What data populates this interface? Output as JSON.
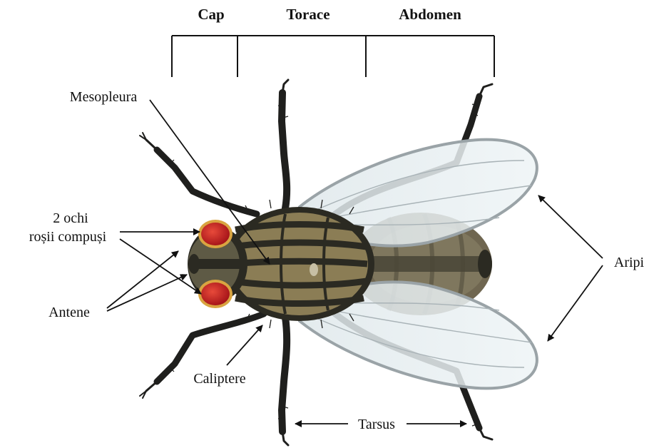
{
  "sections": {
    "head": "Cap",
    "thorax": "Torace",
    "abdomen": "Abdomen"
  },
  "labels": {
    "mesopleura": "Mesopleura",
    "eyes_line1": "2 ochi",
    "eyes_line2": "roșii compuși",
    "antennae": "Antene",
    "calypters": "Caliptere",
    "wings": "Aripi",
    "tarsus": "Tarsus"
  },
  "colors": {
    "eye": "#c8201f",
    "eye_rim": "#d9a441",
    "body_dark": "#2b2a22",
    "stripe_light": "#8b7d55",
    "abdomen": "#6f6650",
    "wing_fill": "#e8f0f3",
    "wing_edge": "#9aa3a7",
    "leg": "#1f1f1d"
  }
}
